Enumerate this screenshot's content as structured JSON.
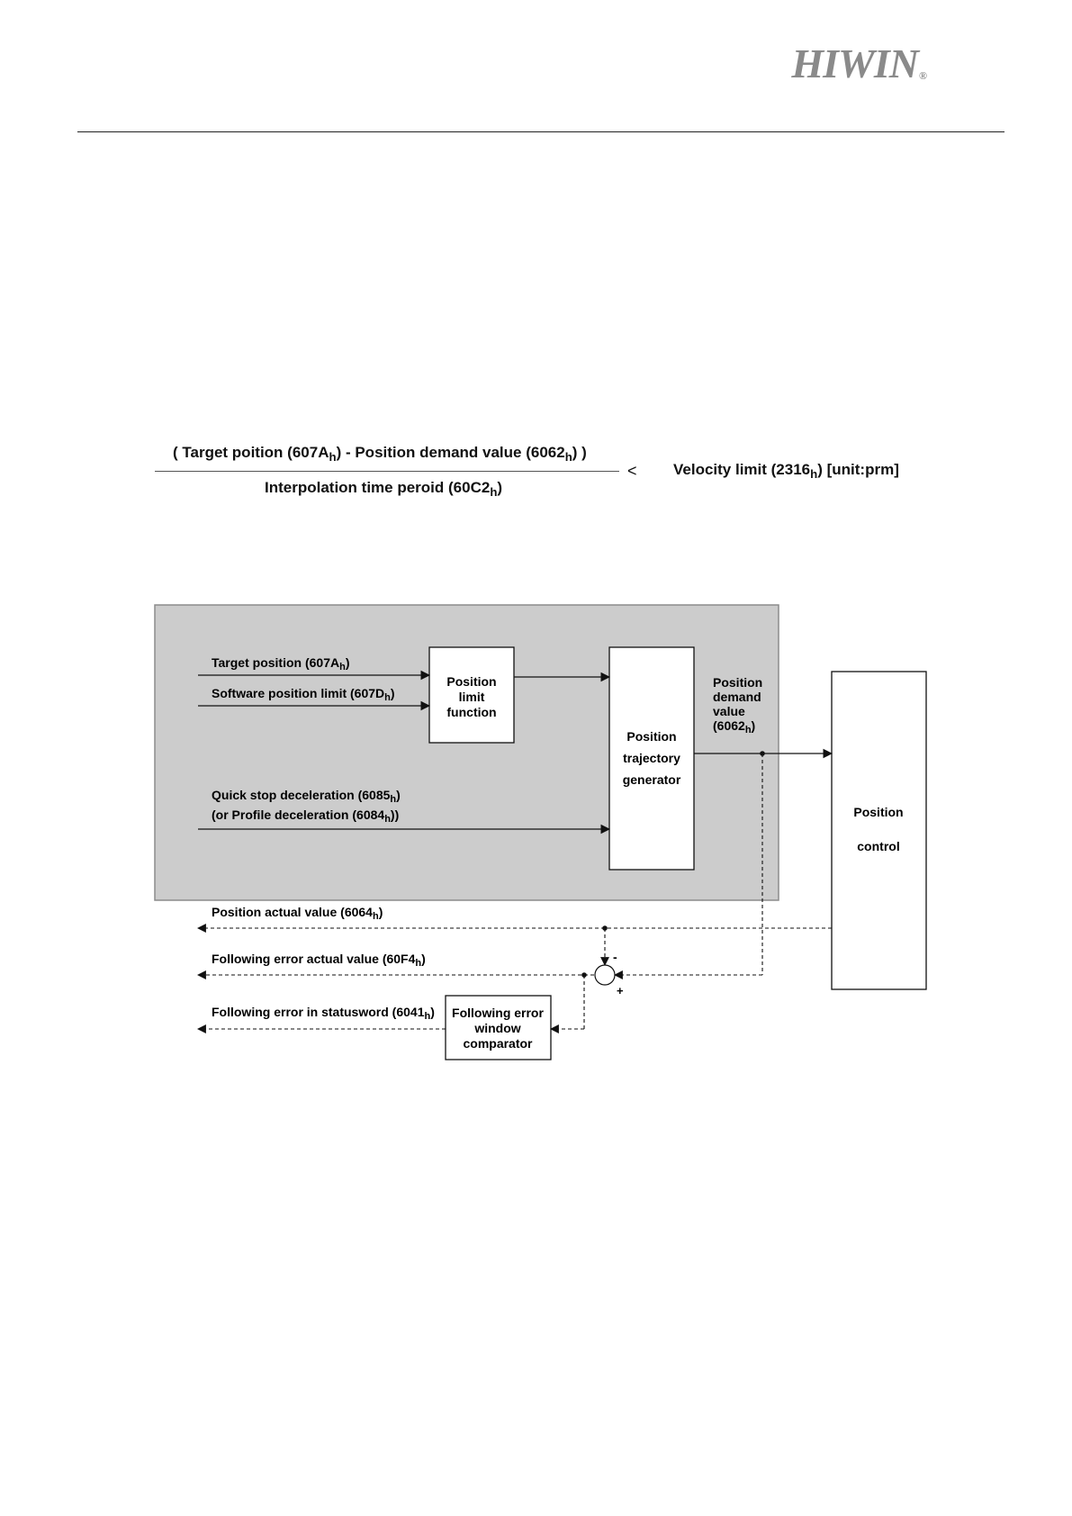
{
  "header": {
    "logo": "HIWIN",
    "logo_mark": "®"
  },
  "equation": {
    "numerator": {
      "prefix": "( Target poition (607A",
      "sub1": "h",
      "mid": ") - Position demand value (6062",
      "sub2": "h",
      "suffix": ") )"
    },
    "denominator": {
      "prefix": "Interpolation time peroid (60C2",
      "sub": "h",
      "suffix": ")"
    },
    "operator": "<",
    "rhs": {
      "prefix": "Velocity limit (2316",
      "sub": "h",
      "suffix": ") [unit:prm]"
    }
  },
  "diagram": {
    "inputs": {
      "target_position": {
        "prefix": "Target position (607A",
        "sub": "h",
        "suffix": ")"
      },
      "software_position_limit": {
        "prefix": "Software position limit (607D",
        "sub": "h",
        "suffix": ")"
      },
      "quick_stop_deceleration": {
        "prefix": "Quick stop deceleration (6085",
        "sub": "h",
        "suffix": ")"
      },
      "profile_deceleration": {
        "prefix": "(or Profile deceleration (6084",
        "sub": "h",
        "suffix": "))"
      }
    },
    "blocks": {
      "position_limit_function": [
        "Position",
        "limit",
        "function"
      ],
      "position_trajectory_generator": [
        "Position",
        "trajectory",
        "generator"
      ],
      "position_control": [
        "Position",
        "control"
      ],
      "following_error_window_comparator": [
        "Following error",
        "window",
        "comparator"
      ]
    },
    "signals": {
      "position_demand_value": {
        "lines": [
          "Position",
          "demand",
          "value"
        ],
        "prefix": "(6062",
        "sub": "h",
        "suffix": ")"
      }
    },
    "outputs": {
      "position_actual_value": {
        "prefix": "Position actual value (6064",
        "sub": "h",
        "suffix": ")"
      },
      "following_error_actual_value": {
        "prefix": "Following error actual value (60F4",
        "sub": "h",
        "suffix": ")"
      },
      "following_error_in_statusword": {
        "prefix": "Following error in statusword (6041",
        "sub": "h",
        "suffix": ")"
      }
    },
    "summing_junction": {
      "minus": "-",
      "plus": "+"
    },
    "colors": {
      "group_fill": "#cccccc",
      "group_stroke": "#8c8c8c",
      "block_fill": "#ffffff",
      "line": "#111111"
    }
  }
}
